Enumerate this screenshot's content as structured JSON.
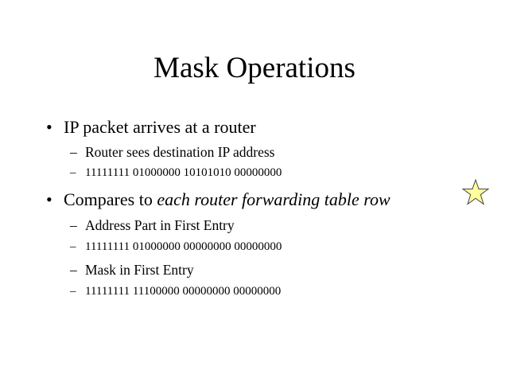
{
  "title": "Mask Operations",
  "bullets": [
    {
      "text": "IP packet arrives at a router"
    },
    {
      "text_plain": "Compares to ",
      "text_italic": "each router forwarding table row"
    }
  ],
  "sub": [
    "Router sees destination IP address",
    "11111111 01000000 10101010 00000000",
    "Address Part in First Entry",
    "11111111 01000000 00000000 00000000",
    "Mask in First Entry",
    "11111111 11100000 00000000 00000000"
  ],
  "bullet_glyph": "•",
  "dash_glyph": "–",
  "star_color": "#ffff99"
}
